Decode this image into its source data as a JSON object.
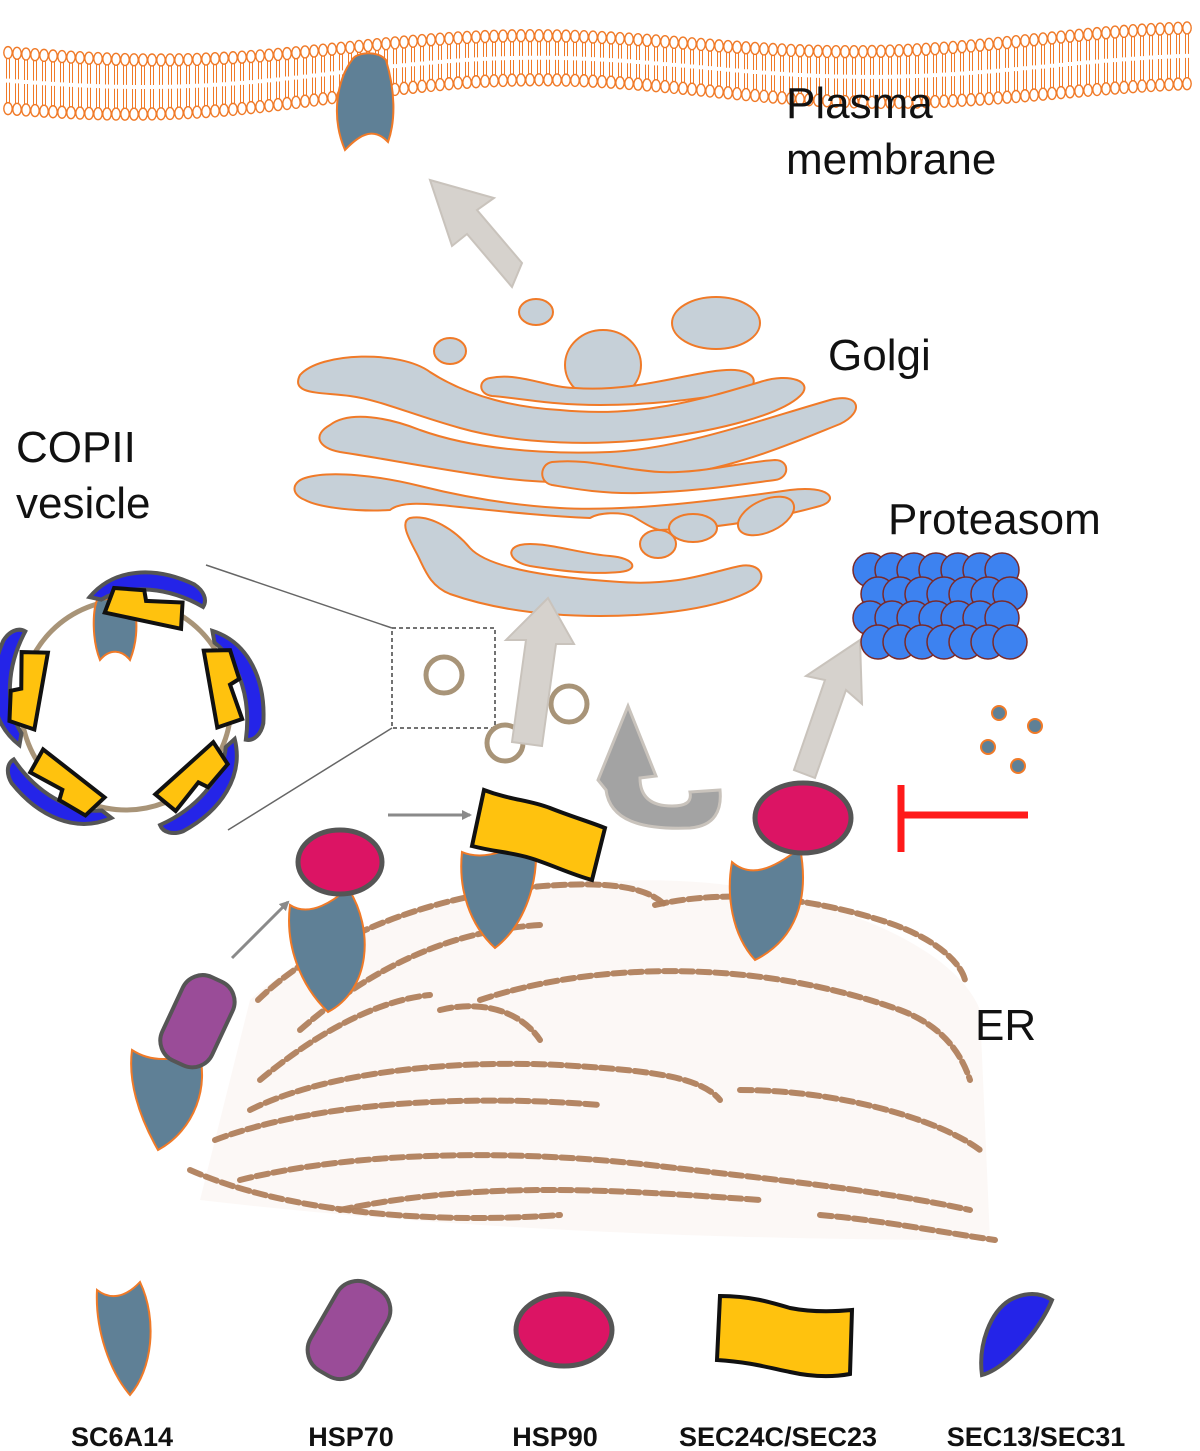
{
  "labels": {
    "plasma_membrane": [
      "Plasma",
      "membrane"
    ],
    "golgi": "Golgi",
    "copii_vesicle": [
      "COPII",
      "vesicle"
    ],
    "proteasome": "Proteasom",
    "er": "ER"
  },
  "legend": [
    {
      "key": "sc6a14",
      "label": "SC6A14"
    },
    {
      "key": "hsp70",
      "label": "HSP70"
    },
    {
      "key": "hsp90",
      "label": "HSP90"
    },
    {
      "key": "sec24",
      "label": "SEC24C/SEC23"
    },
    {
      "key": "sec13",
      "label": "SEC13/SEC31"
    }
  ],
  "colors": {
    "membrane": "#f07a28",
    "sc6a14": "#5f8096",
    "hsp70": "#9a4c98",
    "hsp90": "#dc1464",
    "sec24": "#ffc20e",
    "sec13": "#2424e8",
    "golgi": "#c6d0d8",
    "er": "#b0805c",
    "proteasome": "#3d82f0",
    "arrow_gray": "#d6d2cd",
    "inhibit": "#ff1a1a"
  }
}
